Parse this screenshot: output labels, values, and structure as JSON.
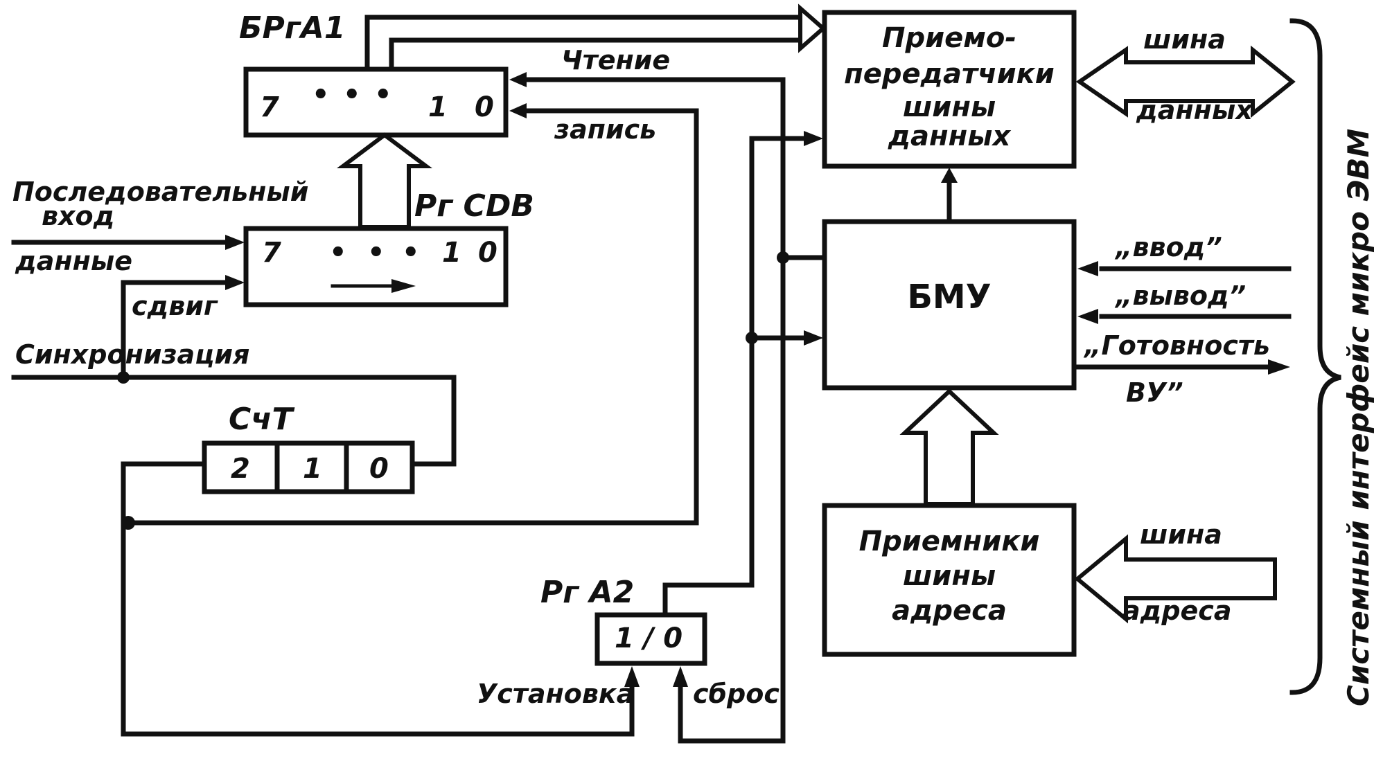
{
  "labels": {
    "bpr_a1": "БРгА1",
    "read": "Чтение",
    "write": "запись",
    "serial_input_line1": "Последовательный",
    "serial_input_line2": "вход",
    "data": "данные",
    "shift": "сдвиг",
    "sync": "Синхронизация",
    "pr_cdb": "Рг CDB",
    "counter": "СчТ",
    "pr_a2": "Рг А2",
    "set": "Установка",
    "reset": "сброс",
    "data_bus_line1": "шина",
    "data_bus_line2": "данных",
    "input_signal": "„ввод”",
    "output_signal": "„вывод”",
    "ready_line1": "„Готовность",
    "ready_line2": "ВУ”",
    "address_bus_line1": "шина",
    "address_bus_line2": "адреса",
    "system_interface": "Системный интерфейс микро ЭВМ"
  },
  "blocks": {
    "transceivers": [
      "Приемо-",
      "передатчики",
      "шины",
      "данных"
    ],
    "bmu": "БМУ",
    "receivers": [
      "Приемники",
      "шины",
      "адреса"
    ]
  },
  "registers": {
    "bpr_a1_cells": [
      "7",
      "•",
      "•",
      "•",
      "1",
      "0"
    ],
    "pr_cdb_cells": [
      "7",
      "•",
      "•",
      "•",
      "1",
      "0"
    ],
    "counter_cells": [
      "2",
      "1",
      "0"
    ],
    "pr_a2_cell": "1 / 0"
  }
}
